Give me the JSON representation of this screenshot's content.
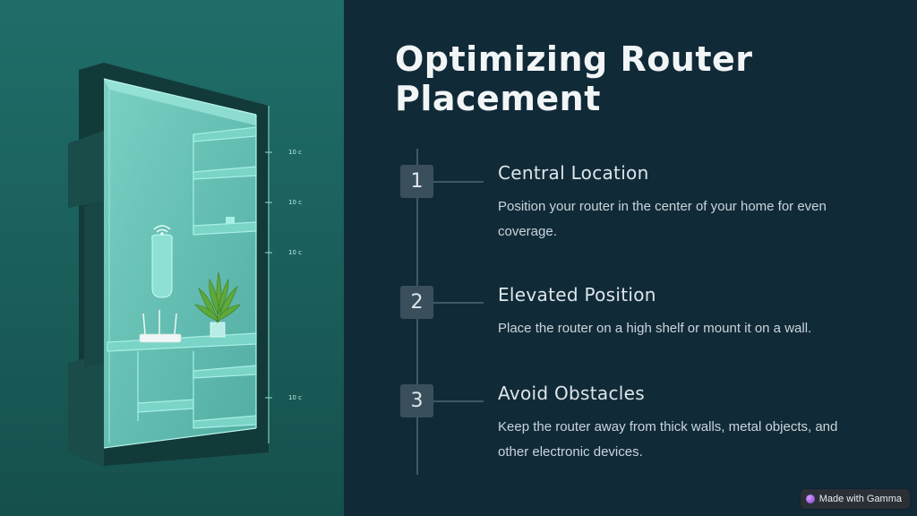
{
  "slide": {
    "title": "Optimizing Router Placement",
    "steps": [
      {
        "number": "1",
        "title": "Central Location",
        "description": "Position your router in the center of your home for even coverage."
      },
      {
        "number": "2",
        "title": "Elevated Position",
        "description": "Place the router on a high shelf or mount it on a wall."
      },
      {
        "number": "3",
        "title": "Avoid Obstacles",
        "description": "Keep the router away from thick walls, metal objects, and other electronic devices."
      }
    ]
  },
  "illustration": {
    "dimension_labels": [
      "10 c",
      "10 c",
      "10 c",
      "10 c"
    ],
    "icons": [
      "wifi-icon",
      "router-icon",
      "potted-plant-icon"
    ],
    "colors": {
      "background": "#1e6a66",
      "frame": "#143f3d",
      "glass": "#6cc9bd",
      "lines": "#a6f0e4"
    }
  },
  "branding": {
    "badge_label": "Made with Gamma",
    "icon": "gamma-logo-icon"
  },
  "theme": {
    "panel_background": "#112a38",
    "title_color": "#f2f5f6",
    "badge_color": "#3a4f5c"
  }
}
